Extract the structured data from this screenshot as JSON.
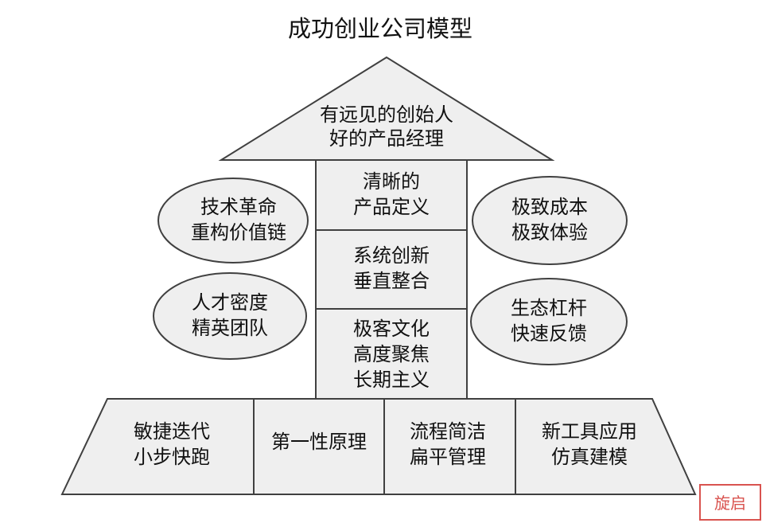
{
  "title": "成功创业公司模型",
  "roof": {
    "line1": "有远见的创始人",
    "line2": "好的产品经理"
  },
  "pillar": [
    {
      "lines": [
        "清晰的",
        "产品定义"
      ]
    },
    {
      "lines": [
        "系统创新",
        "垂直整合"
      ]
    },
    {
      "lines": [
        "极客文化",
        "高度聚焦",
        "长期主义"
      ]
    }
  ],
  "left_ovals": [
    {
      "lines": [
        "技术革命",
        "重构价值链"
      ]
    },
    {
      "lines": [
        "人才密度",
        "精英团队"
      ]
    }
  ],
  "right_ovals": [
    {
      "lines": [
        "极致成本",
        "极致体验"
      ]
    },
    {
      "lines": [
        "生态杠杆",
        "快速反馈"
      ]
    }
  ],
  "foundation": [
    {
      "lines": [
        "敏捷迭代",
        "小步快跑"
      ]
    },
    {
      "lines": [
        "第一性原理"
      ]
    },
    {
      "lines": [
        "流程简洁",
        "扁平管理"
      ]
    },
    {
      "lines": [
        "新工具应用",
        "仿真建模"
      ]
    }
  ],
  "watermark": "旋启"
}
